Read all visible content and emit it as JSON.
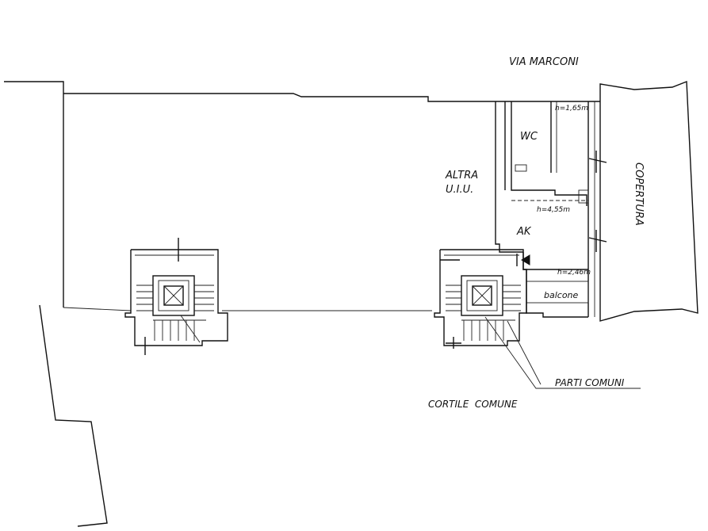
{
  "labels": {
    "street": "VIA MARCONI",
    "other_unit_line1": "ALTRA",
    "other_unit_line2": "U.I.U.",
    "roof_cover": "COPERTURA",
    "wc": "WC",
    "height_wc": "h=1,65m",
    "height_ak": "h=4,55m",
    "ak": "AK",
    "height_balcony": "h=2,46m",
    "balcony": "balcone",
    "common_parts": "PARTI COMUNI",
    "common_courtyard": "CORTILE  COMUNE"
  }
}
